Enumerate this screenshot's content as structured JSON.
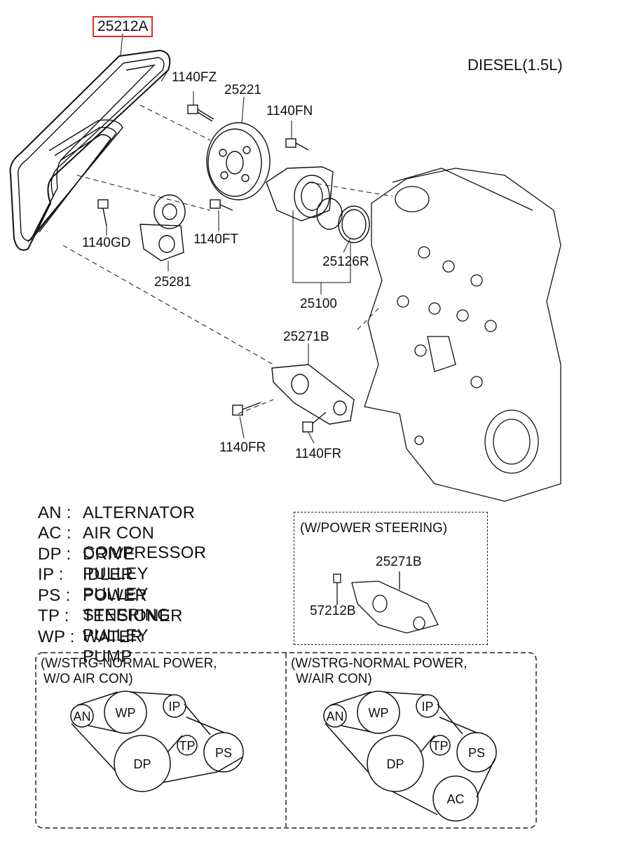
{
  "header": {
    "part_highlight": "25212A",
    "engine": "DIESEL(1.5L)"
  },
  "callouts": {
    "c1140fz": "1140FZ",
    "c25221": "25221",
    "c1140fn": "1140FN",
    "c1140gd": "1140GD",
    "c1140ft": "1140FT",
    "c25126r": "25126R",
    "c25281": "25281",
    "c25100": "25100",
    "c25271b": "25271B",
    "c1140fr_a": "1140FR",
    "c1140fr_b": "1140FR"
  },
  "legend": [
    {
      "key": "AN :",
      "value": "ALTERNATOR"
    },
    {
      "key": "AC :",
      "value": "AIR CON COMPRESSOR"
    },
    {
      "key": "DP :",
      "value": "DRIVE PULLEY"
    },
    {
      "key": "IP  :",
      "value": "IDLER PULLEY"
    },
    {
      "key": "PS :",
      "value": "POWER STEERING"
    },
    {
      "key": "TP :",
      "value": "TENSIONER PULLEY"
    },
    {
      "key": "WP :",
      "value": "WATER PUMP"
    }
  ],
  "power_steering_box": {
    "title": "(W/POWER STEERING)",
    "part_a": "25271B",
    "part_b": "57212B"
  },
  "layout_left": {
    "title_line1": "(W/STRG-NORMAL POWER,",
    "title_line2": "W/O AIR CON)",
    "pulleys": {
      "an": "AN",
      "wp": "WP",
      "ip": "IP",
      "tp": "TP",
      "dp": "DP",
      "ps": "PS"
    }
  },
  "layout_right": {
    "title_line1": "(W/STRG-NORMAL POWER,",
    "title_line2": "W/AIR CON)",
    "pulleys": {
      "an": "AN",
      "wp": "WP",
      "ip": "IP",
      "tp": "TP",
      "dp": "DP",
      "ps": "PS",
      "ac": "AC"
    }
  }
}
